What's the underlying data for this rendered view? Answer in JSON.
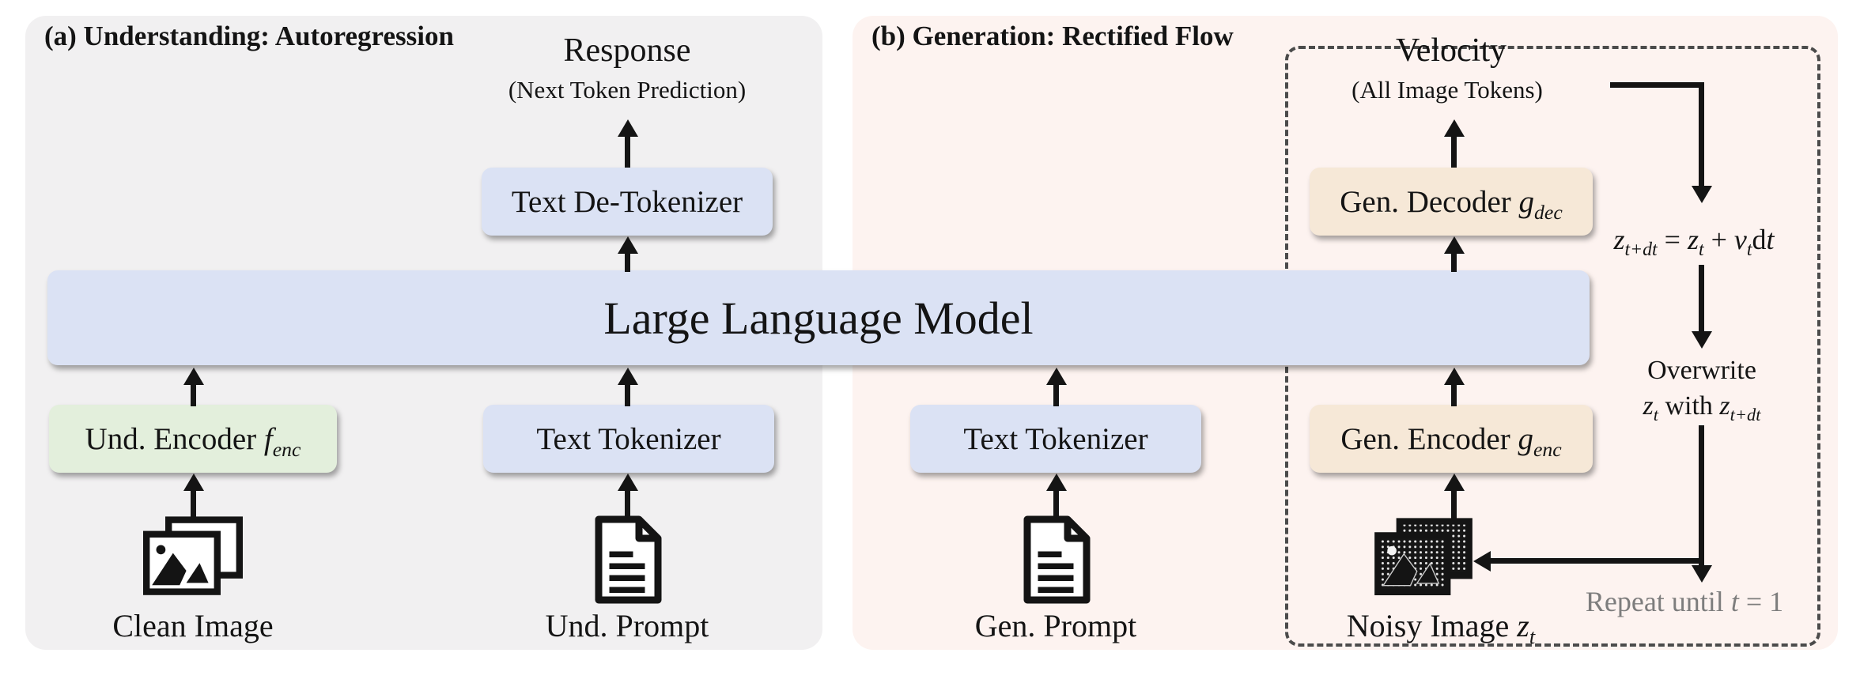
{
  "colors": {
    "panel_a_bg": "#f1f0f1",
    "panel_b_bg": "#fdf3f0",
    "blue_box": "#dbe2f4",
    "green_box": "#e3efdc",
    "tan_box": "#f6e8d7",
    "ink": "#141414",
    "dash": "#4b4b4b",
    "muted": "#7d7d7d"
  },
  "panel_a": {
    "title": "(a) Understanding: Autoregression",
    "response": {
      "title": "Response",
      "subtitle": "(Next Token Prediction)"
    },
    "boxes": {
      "de_tokenizer": "Text De-Tokenizer",
      "encoder_label": "Und. Encoder ",
      "encoder_var": "f",
      "encoder_sub": "enc",
      "tokenizer": "Text Tokenizer"
    },
    "clean_image_label": "Clean Image",
    "und_prompt_label": "Und. Prompt"
  },
  "llm": {
    "label": "Large Language Model"
  },
  "panel_b": {
    "title": "(b) Generation: Rectified Flow",
    "velocity": {
      "title": "Velocity",
      "subtitle": "(All Image Tokens)"
    },
    "boxes": {
      "decoder_label": "Gen. Decoder ",
      "decoder_var": "g",
      "decoder_sub": "dec",
      "tokenizer": "Text Tokenizer",
      "encoder_label": "Gen. Encoder ",
      "encoder_var": "g",
      "encoder_sub": "enc"
    },
    "gen_prompt_label": "Gen. Prompt",
    "noisy_image": {
      "label": "Noisy Image ",
      "var": "z",
      "sub": "t"
    },
    "equation": {
      "lhs_var": "z",
      "lhs_sub": "t+dt",
      "eq": " = ",
      "rhs1_var": "z",
      "rhs1_sub": "t",
      "plus": " + ",
      "rhs2_var": "v",
      "rhs2_sub": "t",
      "dt_d": "d",
      "dt_t": "t"
    },
    "overwrite": {
      "line1": "Overwrite",
      "w_var1": "z",
      "w_sub1": "t",
      "middle": " with ",
      "w_var2": "z",
      "w_sub2": "t+dt"
    },
    "repeat": {
      "prefix": "Repeat until ",
      "var": "t",
      "suffix": " = 1"
    }
  },
  "icons": {
    "clean_image": "stacked-photos",
    "und_prompt": "document-page",
    "gen_prompt": "document-page",
    "noisy_image": "noisy-stacked-photos"
  }
}
